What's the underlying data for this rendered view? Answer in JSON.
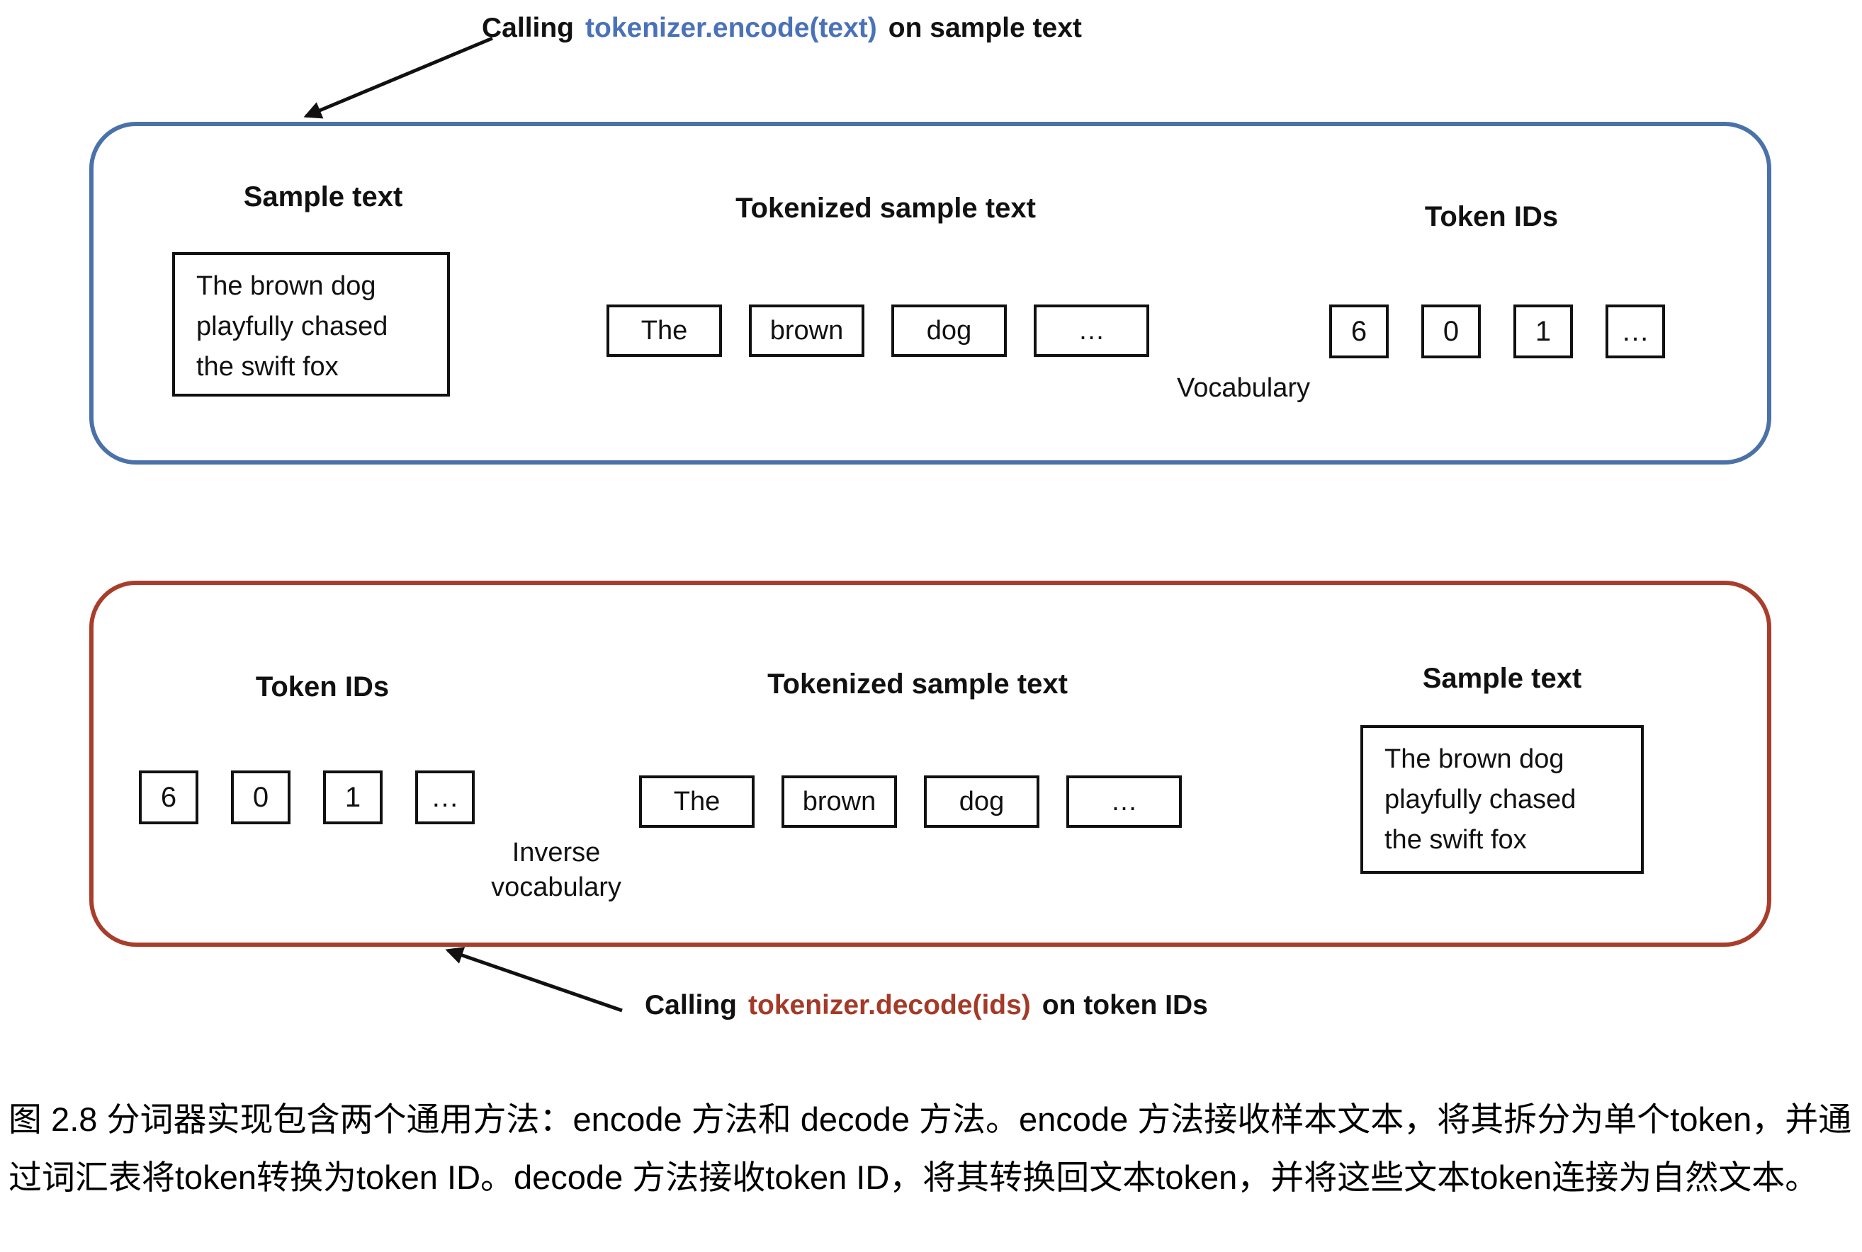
{
  "colors": {
    "blue_accent": "#4a72a8",
    "red_accent": "#a93d2b",
    "code_blue": "#4a72b8",
    "code_red": "#a43a28"
  },
  "top_annotation": {
    "prefix": "Calling",
    "code": "tokenizer.encode(text)",
    "suffix": "on sample text"
  },
  "bottom_annotation": {
    "prefix": "Calling",
    "code": "tokenizer.decode(ids)",
    "suffix": "on token IDs"
  },
  "encode_flow": {
    "sample_heading": "Sample text",
    "sample_lines": [
      "The brown dog",
      "playfully chased",
      "the swift fox"
    ],
    "tokenized_heading": "Tokenized sample text",
    "tokens": [
      "The",
      "brown",
      "dog",
      "…"
    ],
    "vocab_label": "Vocabulary",
    "ids_heading": "Token IDs",
    "ids": [
      "6",
      "0",
      "1",
      "…"
    ]
  },
  "decode_flow": {
    "ids_heading": "Token IDs",
    "ids": [
      "6",
      "0",
      "1",
      "…"
    ],
    "inverse_vocab_label": "Inverse\nvocabulary",
    "tokenized_heading": "Tokenized sample text",
    "tokens": [
      "The",
      "brown",
      "dog",
      "…"
    ],
    "sample_heading": "Sample text",
    "sample_lines": [
      "The brown dog",
      "playfully chased",
      "the swift fox"
    ]
  },
  "caption": "图 2.8 分词器实现包含两个通用方法：encode 方法和 decode 方法。encode 方法接收样本文本，将其拆分为单个token，并通过词汇表将token转换为token ID。decode 方法接收token ID，将其转换回文本token，并将这些文本token连接为自然文本。"
}
